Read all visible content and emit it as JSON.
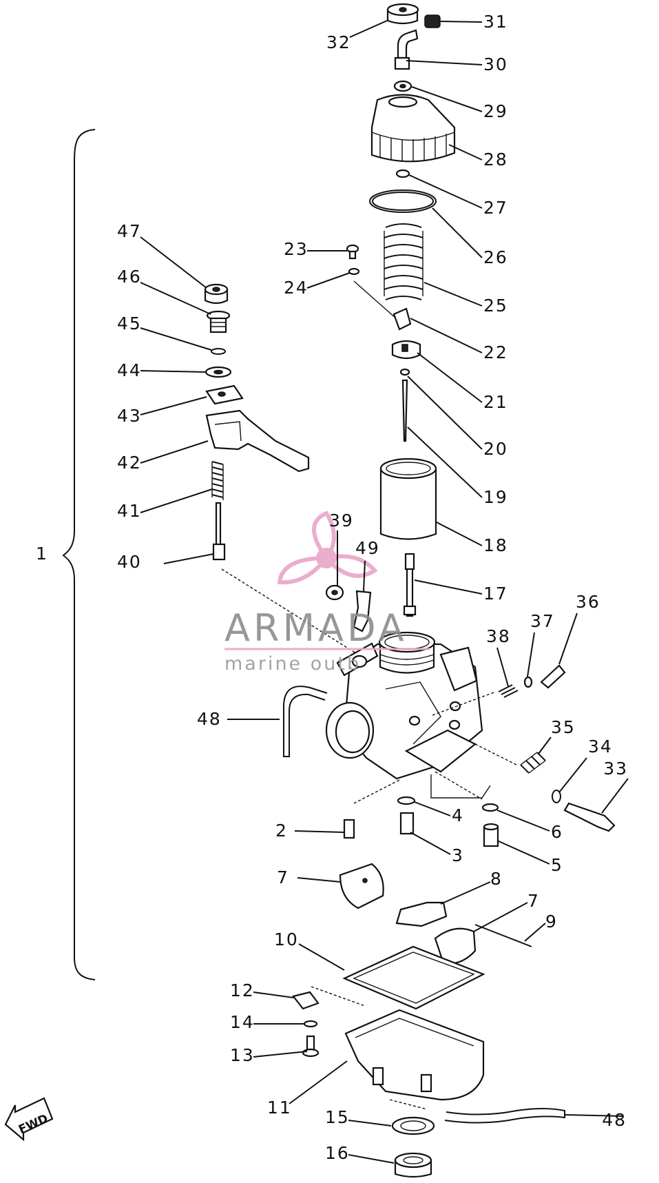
{
  "watermark": {
    "brand": "ARMADA",
    "tagline": "marine outb",
    "accent_color": "#e8a6c8",
    "text_color": "#8c8c8c",
    "icon": "propeller-icon"
  },
  "fwd_badge": {
    "label": "FWD"
  },
  "callouts": [
    "1",
    "2",
    "3",
    "4",
    "5",
    "6",
    "7",
    "7",
    "8",
    "9",
    "10",
    "11",
    "12",
    "13",
    "14",
    "15",
    "16",
    "17",
    "18",
    "19",
    "20",
    "21",
    "22",
    "23",
    "24",
    "25",
    "26",
    "27",
    "28",
    "29",
    "30",
    "31",
    "32",
    "33",
    "34",
    "35",
    "36",
    "37",
    "38",
    "39",
    "40",
    "41",
    "42",
    "43",
    "44",
    "45",
    "46",
    "47",
    "48",
    "48",
    "49"
  ]
}
